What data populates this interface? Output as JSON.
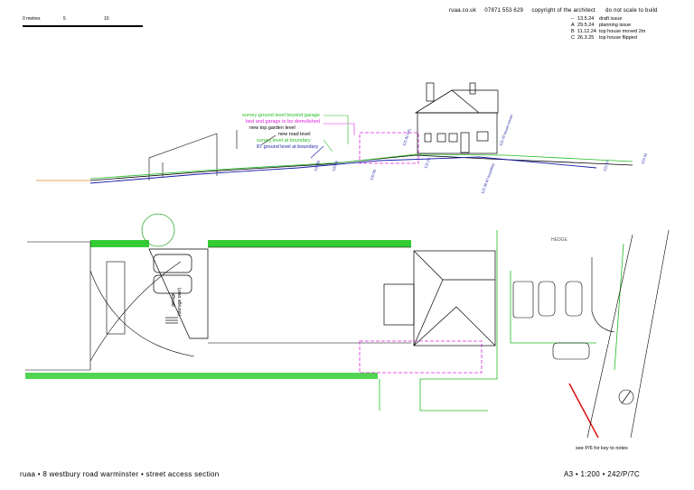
{
  "scale_bar": {
    "labels": [
      "0 metres",
      "5",
      "10"
    ]
  },
  "header": {
    "website": "ruaa.co.uk",
    "phone": "07871 553 629",
    "copyright": "copyright of the architect",
    "scale_note": "do not scale to build"
  },
  "revisions": [
    {
      "code": "–",
      "date": "13.5.24",
      "desc": "draft issue"
    },
    {
      "code": "A",
      "date": "29.5.24",
      "desc": "planning issue"
    },
    {
      "code": "B",
      "date": "11.12.24",
      "desc": "top house moved 2m"
    },
    {
      "code": "C",
      "date": "26.3.25",
      "desc": "top house flipped"
    }
  ],
  "section_legend": [
    {
      "text": "survey ground level beyond garage",
      "color": "#22bb22"
    },
    {
      "text": "bed and garage to be demolished",
      "color": "#dd22dd"
    },
    {
      "text": "new top garden level",
      "color": "#000000"
    },
    {
      "text": "new road level",
      "color": "#000000"
    },
    {
      "text": "survey level at boundary",
      "color": "#22bb22"
    },
    {
      "text": "87 ground level at boundary",
      "color": "#1a1aa8"
    }
  ],
  "plan_labels": {
    "hedge": "HEDGE",
    "garage": "garage",
    "garage_note": "(storage over)"
  },
  "notes_ref": "see P/6 for key to notes",
  "footer": {
    "title": "ruaa  •  8 westbury road warminster  •  street access section",
    "sheet": "A3  • 1:200   •  242/P/7C"
  },
  "colors": {
    "green": "#22bb22",
    "blue": "#1a1aa8",
    "magenta": "#dd22dd",
    "red": "#dd1111",
    "hedge": "#33cc33"
  }
}
